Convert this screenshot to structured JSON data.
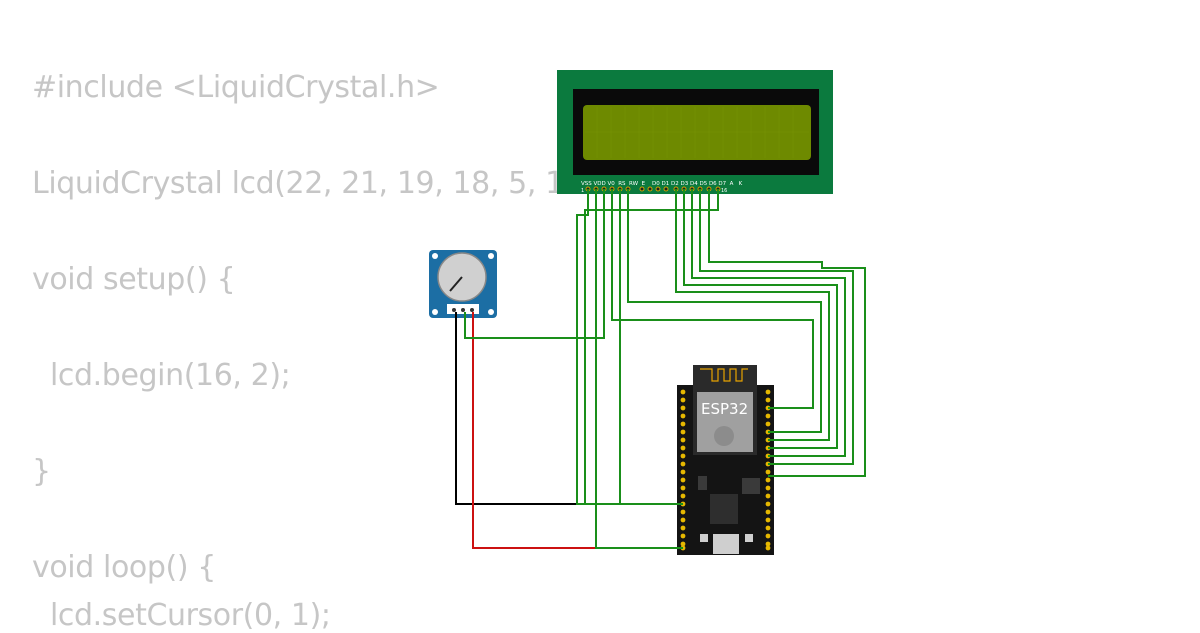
{
  "code": {
    "lines": [
      "#include <LiquidCrystal.h>",
      "LiquidCrystal lcd(22, 21, 19, 18, 5, 1",
      "void setup() {",
      "lcd.begin(16, 2);",
      "}",
      "void loop() {",
      "lcd.setCursor(0, 1);"
    ]
  },
  "lcd": {
    "pin_labels": "VSS VDD V0  RS  RW  E    D0 D1 D2 D3 D4 D5 D6 D7  A   K",
    "pin_first": "1",
    "pin_last": "16",
    "board_color": "#0b7a3e",
    "screen_color": "#6e8a00"
  },
  "esp32": {
    "label": "ESP32"
  },
  "colors": {
    "wire_green": "#1a8f1a",
    "wire_black": "#000000",
    "wire_red": "#cc1111",
    "pot_board": "#1c6ea4"
  }
}
